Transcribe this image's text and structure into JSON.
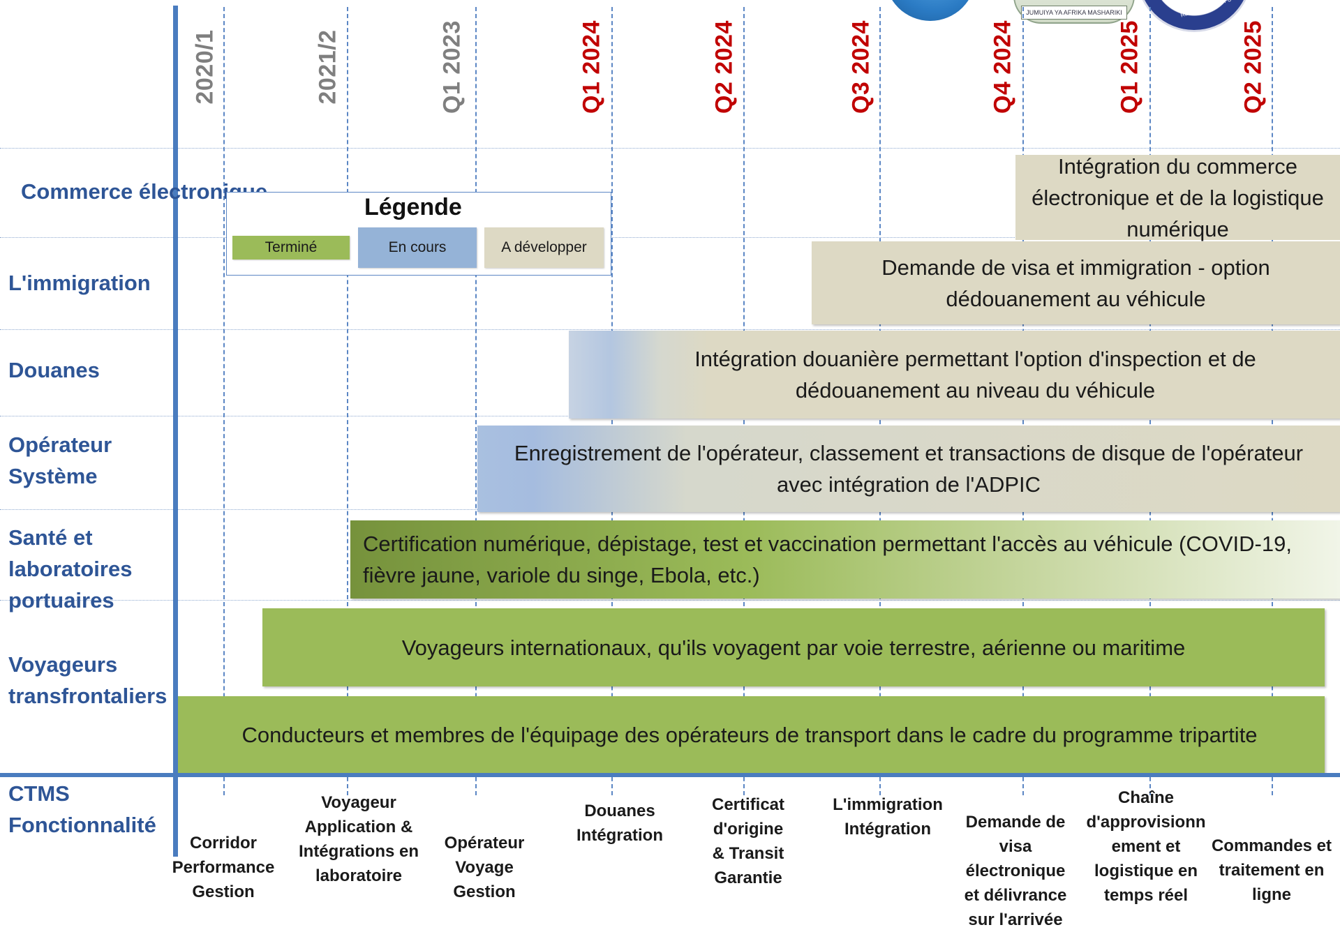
{
  "quarters": [
    {
      "label": "2020/1",
      "status": "past"
    },
    {
      "label": "2021/2",
      "status": "past"
    },
    {
      "label": "Q1 2023",
      "status": "past"
    },
    {
      "label": "Q1 2024",
      "status": "future"
    },
    {
      "label": "Q2 2024",
      "status": "future"
    },
    {
      "label": "Q3 2024",
      "status": "future"
    },
    {
      "label": "Q4 2024",
      "status": "future"
    },
    {
      "label": "Q1 2025",
      "status": "future"
    },
    {
      "label": "Q2 2025",
      "status": "future"
    }
  ],
  "categories": [
    {
      "label": "Commerce électronique"
    },
    {
      "label": "L'immigration"
    },
    {
      "label": "Douanes"
    },
    {
      "label": "Opérateur Système"
    },
    {
      "label": "Santé et laboratoires portuaires"
    },
    {
      "label": "Voyageurs transfrontaliers"
    },
    {
      "label": "CTMS Fonctionnalité"
    }
  ],
  "bars": [
    {
      "text": "Intégration du commerce électronique et de la logistique numérique",
      "status": "A développer"
    },
    {
      "text": "Demande de visa et immigration - option dédouanement au véhicule",
      "status": "A développer"
    },
    {
      "text": "Intégration douanière permettant l'option d'inspection et de dédouanement au niveau du véhicule",
      "status": "En cours"
    },
    {
      "text": "Enregistrement de l'opérateur, classement et transactions de disque de l'opérateur avec intégration de l'ADPIC",
      "status": "En cours"
    },
    {
      "text": "Certification numérique, dépistage, test et vaccination permettant l'accès au véhicule (COVID-19, fièvre jaune, variole du singe, Ebola, etc.)",
      "status": "Terminé"
    },
    {
      "text": "Voyageurs internationaux, qu'ils voyagent par voie terrestre, aérienne ou maritime",
      "status": "Terminé"
    },
    {
      "text": "Conducteurs et membres de l'équipage des opérateurs de transport dans le cadre du programme tripartite",
      "status": "Terminé"
    }
  ],
  "legend": {
    "title": "Légende",
    "items": [
      {
        "label": "Terminé",
        "color": "#9bbb59"
      },
      {
        "label": "En cours",
        "color": "#95b3d7"
      },
      {
        "label": "A développer",
        "color": "#ddd9c4"
      }
    ]
  },
  "functionalities": [
    {
      "label": "Corridor\nPerformance\nGestion"
    },
    {
      "label": "Voyageur\nApplication &\nIntégrations en\nlaboratoire"
    },
    {
      "label": "Opérateur\nVoyage\nGestion"
    },
    {
      "label": "Douanes\nIntégration"
    },
    {
      "label": "Certificat\nd'origine\n& Transit\nGarantie"
    },
    {
      "label": "L'immigration\nIntégration"
    },
    {
      "label": "Demande de\nvisa\nélectronique\net délivrance\nsur l'arrivée"
    },
    {
      "label": "Chaîne\nd'approvisionn\nement et\nlogistique en\ntemps réel"
    },
    {
      "label": "Commandes et\ntraitement en\nligne"
    }
  ],
  "logo_text": {
    "eac": "JUMUIYA YA AFRIKA MASHARIKI",
    "comesa": "RDS A COMMON FU"
  },
  "colors": {
    "axis": "#4a7cbf",
    "category_text": "#2e5596",
    "past_quarter": "#7f7f7f",
    "future_quarter": "#c00000",
    "done": "#9bbb59",
    "in_progress": "#95b3d7",
    "to_develop": "#ddd9c4"
  }
}
